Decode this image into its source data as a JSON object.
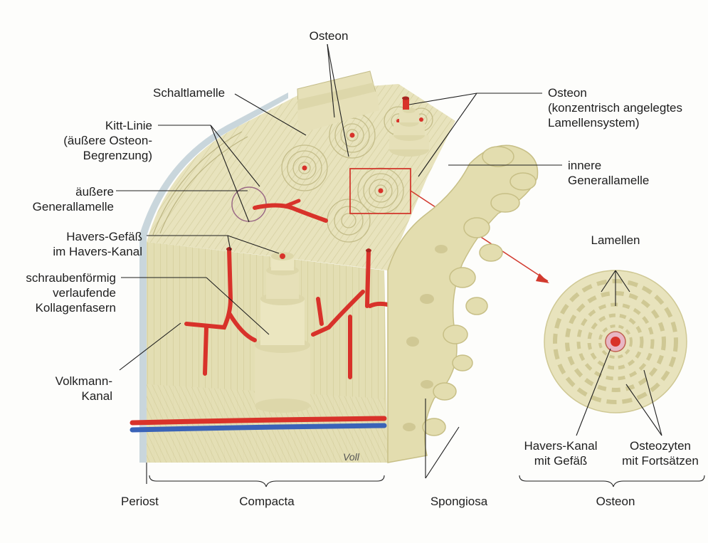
{
  "labels": {
    "osteon_top": "Osteon",
    "schaltlamelle": "Schaltlamelle",
    "osteon_right": [
      "Osteon",
      "(konzentrisch angelegtes",
      "Lamellensystem)"
    ],
    "kitt_linie": [
      "Kitt-Linie",
      "(äußere Osteon-",
      "Begrenzung)"
    ],
    "innere_generallamelle": [
      "innere",
      "Generallamelle"
    ],
    "aeussere_generallamelle": [
      "äußere",
      "Generallamelle"
    ],
    "havers_gefaess": [
      "Havers-Gefäß",
      "im Havers-Kanal"
    ],
    "lamellen": "Lamellen",
    "kollagenfasern": [
      "schraubenförmig",
      "verlaufende",
      "Kollagenfasern"
    ],
    "volkmann": [
      "Volkmann-",
      "Kanal"
    ],
    "havers_kanal": [
      "Havers-Kanal",
      "mit Gefäß"
    ],
    "osteozyten": [
      "Osteozyten",
      "mit Fortsätzen"
    ],
    "periost": "Periost",
    "compacta": "Compacta",
    "spongiosa": "Spongiosa",
    "osteon_bottom": "Osteon",
    "signature": "Voll"
  },
  "colors": {
    "bone": "#eae6c2",
    "bone_shade": "#d9d4a8",
    "vessel_red": "#d8322a",
    "vessel_blue": "#3a63b8",
    "periost": "#c9d6dc",
    "highlight_box": "#d23a2e"
  }
}
